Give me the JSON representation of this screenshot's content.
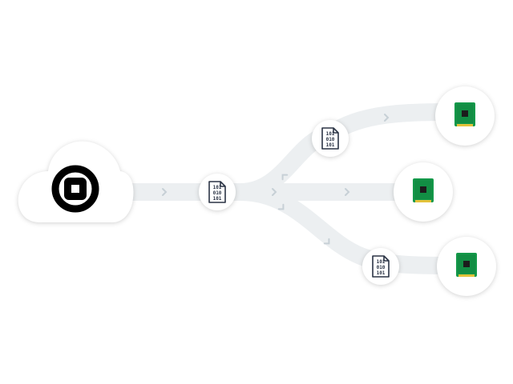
{
  "colors": {
    "background": "#ffffff",
    "path": "#eceff1",
    "path_arrow": "#c7d0d6",
    "node_fill": "#ffffff",
    "node_shadow": "rgba(0,0,0,0.18)",
    "source_icon": "#000000",
    "file_icon": "#2b3445",
    "board_green": "#14994a",
    "board_dark": "#0f7a3a",
    "board_gold": "#e3c23a",
    "chip": "#1c1c1c"
  },
  "nodes": {
    "source": {
      "icon": "cloud-source-icon",
      "label": ""
    },
    "hub_file": {
      "icon": "binary-file-icon",
      "label": ""
    },
    "branch_files": [
      {
        "icon": "binary-file-icon",
        "label": ""
      },
      {
        "icon": "binary-file-icon",
        "label": ""
      }
    ],
    "devices": [
      {
        "icon": "circuit-board-icon",
        "label": ""
      },
      {
        "icon": "circuit-board-icon",
        "label": ""
      },
      {
        "icon": "circuit-board-icon",
        "label": ""
      }
    ]
  },
  "file_glyph_rows": [
    "101",
    "010",
    "101"
  ]
}
